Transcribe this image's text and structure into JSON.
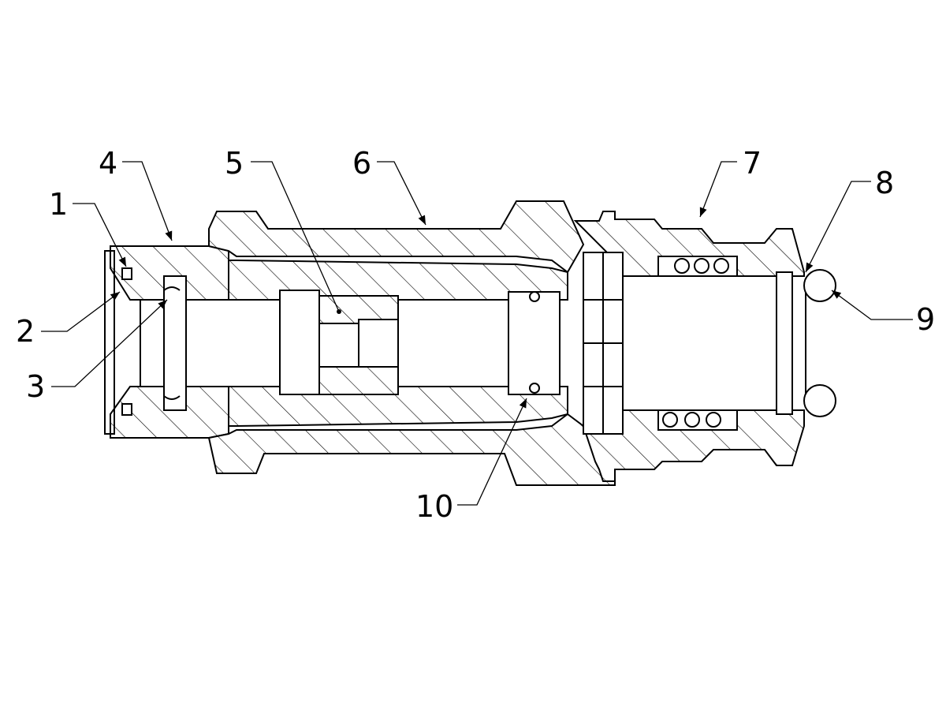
{
  "callouts": [
    {
      "id": "1",
      "text": "1"
    },
    {
      "id": "2",
      "text": "2"
    },
    {
      "id": "3",
      "text": "3"
    },
    {
      "id": "4",
      "text": "4"
    },
    {
      "id": "5",
      "text": "5"
    },
    {
      "id": "6",
      "text": "6"
    },
    {
      "id": "7",
      "text": "7"
    },
    {
      "id": "8",
      "text": "8"
    },
    {
      "id": "9",
      "text": "9"
    },
    {
      "id": "10",
      "text": "10"
    }
  ],
  "colors": {
    "line": "#000000",
    "background": "#ffffff"
  }
}
